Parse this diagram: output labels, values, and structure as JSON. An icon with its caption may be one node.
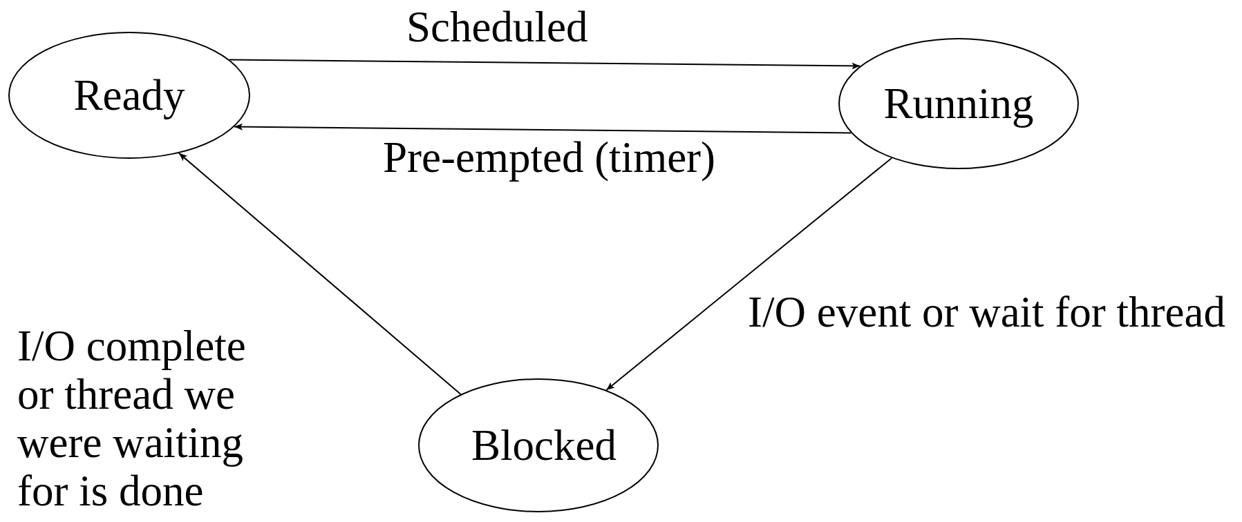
{
  "diagram": {
    "nodes": [
      {
        "text": [
          "Ready"
        ]
      },
      {
        "text": [
          "Running"
        ]
      },
      {
        "text": [
          "Blocked"
        ]
      }
    ],
    "edges": [
      {
        "from": 0,
        "to": 1,
        "arrow": "to",
        "label": "Scheduled"
      },
      {
        "from": 1,
        "to": 0,
        "arrow": "to",
        "label": "Pre-empted (timer)"
      },
      {
        "from": 1,
        "to": 2,
        "arrow": "to",
        "label": "I/O event or wait for thread"
      },
      {
        "from": 2,
        "to": 0,
        "arrow": "to",
        "label": "I/O complete or thread we were waiting for is done"
      }
    ]
  }
}
